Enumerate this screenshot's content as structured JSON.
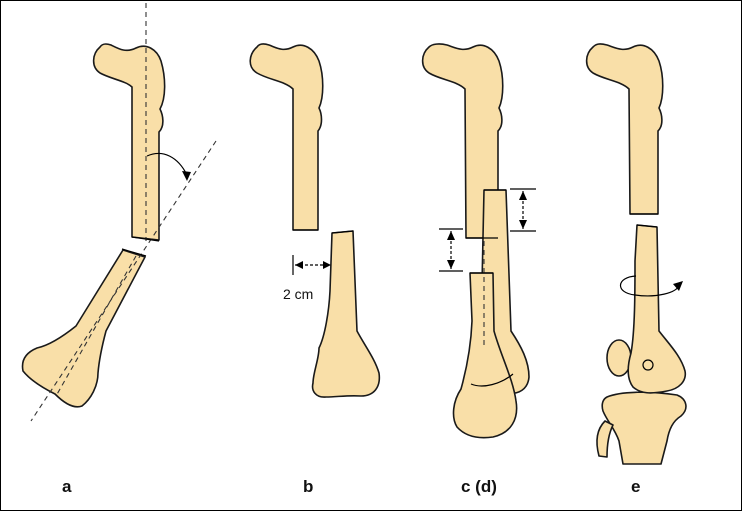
{
  "panels": [
    {
      "label": "a"
    },
    {
      "label": "b"
    },
    {
      "label": "c (d)"
    },
    {
      "label": "e"
    }
  ],
  "annotations": {
    "offset": "2 cm"
  },
  "colors": {
    "bone_fill": "#F9DFA8",
    "outline": "#1A1A1A",
    "background": "#FFFFFF"
  }
}
